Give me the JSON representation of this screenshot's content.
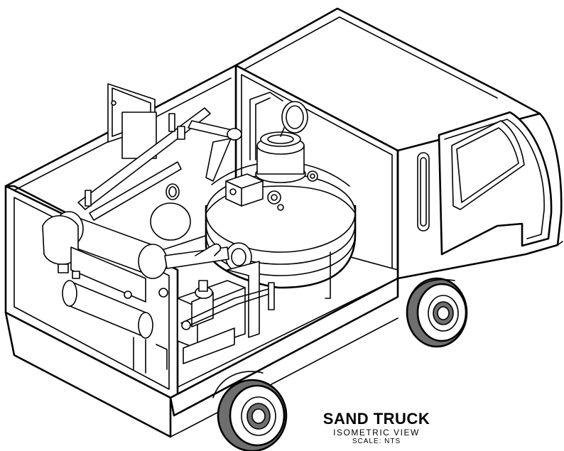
{
  "title_block": {
    "title": "SAND TRUCK",
    "view": "ISOMETRIC  VIEW",
    "scale": "SCALE:  NTS"
  },
  "colors": {
    "line": "#000000",
    "background": "#ffffff",
    "tire_shade": "#6e6e6e"
  }
}
